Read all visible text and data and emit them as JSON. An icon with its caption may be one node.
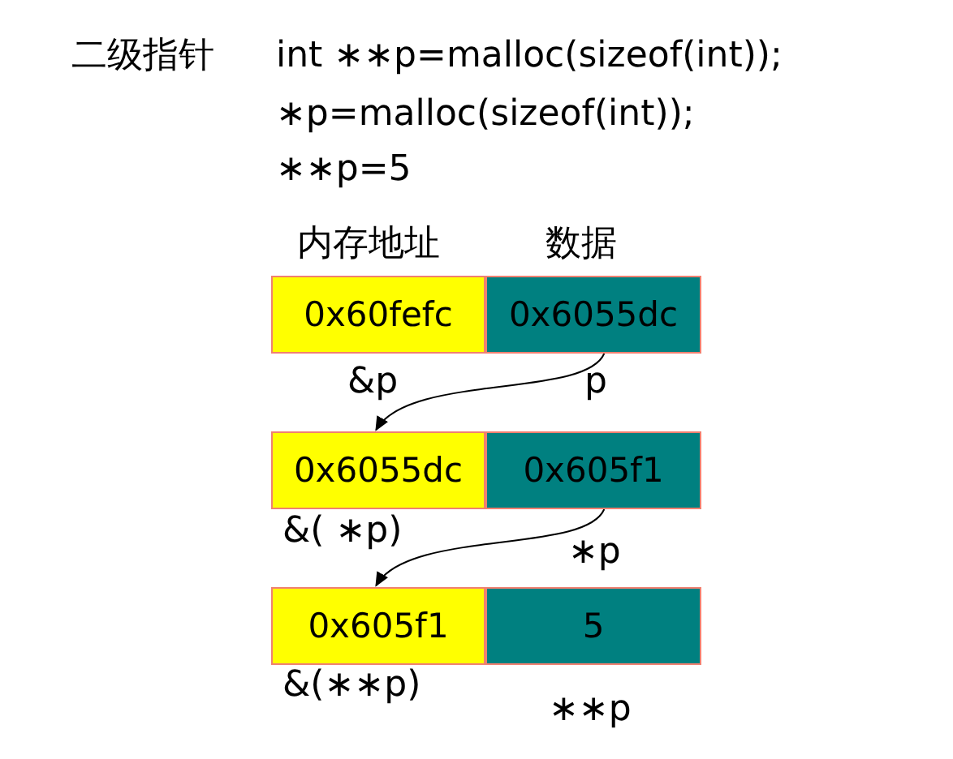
{
  "diagram": {
    "title": "二级指针",
    "nodes": [
      {
        "text": [
          "0x60fefc"
        ],
        "beside": [
          "&p"
        ]
      },
      {
        "text": [
          "0x6055dc"
        ],
        "beside": [
          "p"
        ]
      },
      {
        "text": [
          "0x6055dc"
        ],
        "beside": [
          "&( ∗p)"
        ]
      },
      {
        "text": [
          "0x605f1"
        ],
        "beside": [
          "∗p"
        ]
      },
      {
        "text": [
          "0x605f1"
        ],
        "beside": [
          "&(∗∗p)"
        ]
      },
      {
        "text": [
          "5"
        ],
        "beside": [
          "∗∗p"
        ]
      }
    ],
    "edges": [
      {
        "from": 1,
        "to": 2,
        "arrow": "to"
      },
      {
        "from": 3,
        "to": 4,
        "arrow": "to"
      }
    ],
    "labels": [
      "int ∗∗p=malloc(sizeof(int));",
      "∗p=malloc(sizeof(int));",
      "∗∗p=5",
      "内存地址",
      "数据"
    ]
  }
}
